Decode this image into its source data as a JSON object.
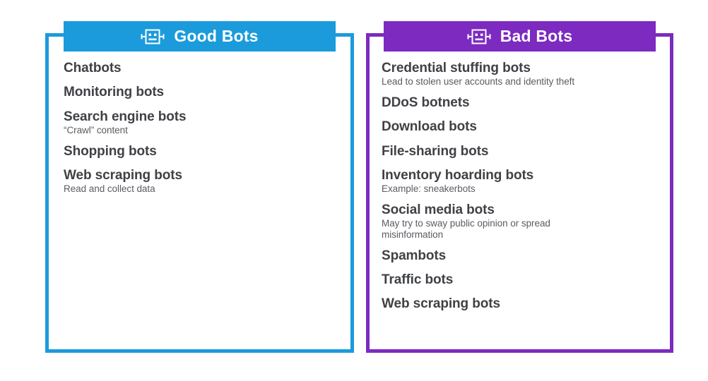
{
  "figure": {
    "title": "Good Bots vs Bad Bots comparison",
    "background": "#ffffff"
  },
  "colors": {
    "good_accent": "#1b9bdc",
    "bad_accent": "#7c2ac0",
    "heading_text": "#3f4145",
    "description_text": "#5a5c60",
    "header_text": "#ffffff"
  },
  "panels": [
    {
      "id": "good-bots",
      "header": {
        "title": "Good Bots",
        "icon": "robot-face-icon",
        "accent": "#1b9bdc"
      },
      "items": [
        {
          "name": "Chatbots",
          "desc": ""
        },
        {
          "name": "Monitoring bots",
          "desc": ""
        },
        {
          "name": "Search engine bots",
          "desc": "“Crawl” content"
        },
        {
          "name": "Shopping bots",
          "desc": ""
        },
        {
          "name": "Web scraping bots",
          "desc": "Read and collect data"
        }
      ]
    },
    {
      "id": "bad-bots",
      "header": {
        "title": "Bad Bots",
        "icon": "robot-face-icon",
        "accent": "#7c2ac0"
      },
      "items": [
        {
          "name": "Credential stuffing bots",
          "desc": "Lead to stolen user accounts and identity theft"
        },
        {
          "name": "DDoS botnets",
          "desc": ""
        },
        {
          "name": "Download bots",
          "desc": ""
        },
        {
          "name": "File-sharing bots",
          "desc": ""
        },
        {
          "name": "Inventory hoarding bots",
          "desc": "Example: sneakerbots"
        },
        {
          "name": "Social media bots",
          "desc": "May try to sway public opinion or spread misinformation"
        },
        {
          "name": "Spambots",
          "desc": ""
        },
        {
          "name": "Traffic bots",
          "desc": ""
        },
        {
          "name": "Web scraping bots",
          "desc": ""
        }
      ]
    }
  ]
}
